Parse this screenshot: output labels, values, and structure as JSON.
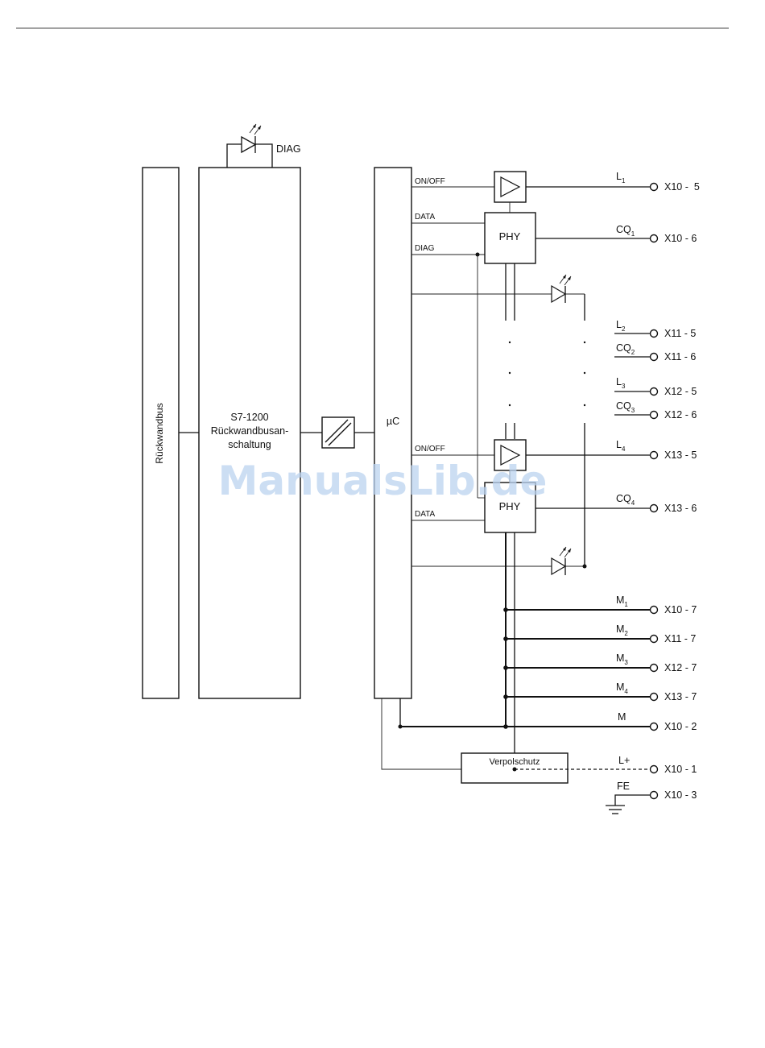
{
  "labels": {
    "backplane_bus": "Rückwandbus",
    "s71200_line1": "S7-1200",
    "s71200_line2": "Rückwandbusan-",
    "s71200_line3": "schaltung",
    "uc": "µC",
    "diag_led": "DIAG",
    "on_off": "ON/OFF",
    "data": "DATA",
    "diag": "DIAG",
    "phy": "PHY",
    "reverse_polarity": "Verpolschutz",
    "watermark": "ManualsLib.de"
  },
  "signals": [
    {
      "base": "L",
      "sub": "1",
      "terminal": "X10 -  5"
    },
    {
      "base": "CQ",
      "sub": "1",
      "terminal": "X10 - 6"
    },
    {
      "base": "L",
      "sub": "2",
      "terminal": "X11 - 5"
    },
    {
      "base": "CQ",
      "sub": "2",
      "terminal": "X11 - 6"
    },
    {
      "base": "L",
      "sub": "3",
      "terminal": "X12 - 5"
    },
    {
      "base": "CQ",
      "sub": "3",
      "terminal": "X12 - 6"
    },
    {
      "base": "L",
      "sub": "4",
      "terminal": "X13 - 5"
    },
    {
      "base": "CQ",
      "sub": "4",
      "terminal": "X13 - 6"
    },
    {
      "base": "M",
      "sub": "1",
      "terminal": "X10 - 7"
    },
    {
      "base": "M",
      "sub": "2",
      "terminal": "X11 - 7"
    },
    {
      "base": "M",
      "sub": "3",
      "terminal": "X12 - 7"
    },
    {
      "base": "M",
      "sub": "4",
      "terminal": "X13 - 7"
    },
    {
      "base": "M",
      "sub": "",
      "terminal": "X10 - 2"
    },
    {
      "base": "L+",
      "sub": "",
      "terminal": "X10 - 1"
    },
    {
      "base": "FE",
      "sub": "",
      "terminal": "X10 - 3"
    }
  ]
}
